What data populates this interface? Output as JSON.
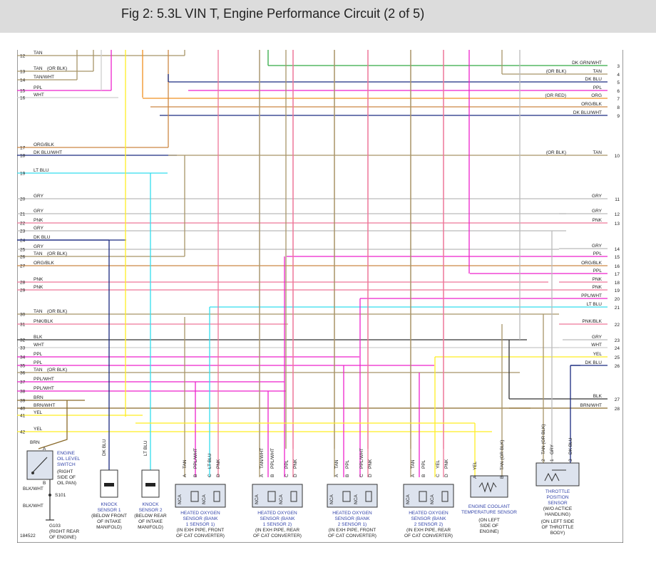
{
  "title": "Fig 2: 5.3L VIN T, Engine Performance Circuit (2 of 5)",
  "figure_id": "184522",
  "colors": {
    "TAN": "#a89468",
    "PPL": "#ee22cc",
    "WHT": "#cfcfcf",
    "DK BLU": "#1a2a80",
    "ORG": "#f09020",
    "DK GRN": "#33aa44",
    "ORG/BLK": "#cc8844",
    "LT BLU": "#33ddee",
    "GRY": "#bbbbbb",
    "PNK": "#ee7799",
    "YEL": "#ffee22",
    "BLK": "#333333",
    "BRN": "#8a6a2a"
  },
  "left_wires": [
    {
      "pin": "12",
      "label": "TAN",
      "note": ""
    },
    {
      "pin": "13",
      "label": "TAN",
      "note": "(OR BLK)"
    },
    {
      "pin": "14",
      "label": "TAN/WHT",
      "note": ""
    },
    {
      "pin": "15",
      "label": "PPL",
      "note": ""
    },
    {
      "pin": "16",
      "label": "WHT",
      "note": ""
    },
    {
      "pin": "17",
      "label": "ORG/BLK",
      "note": ""
    },
    {
      "pin": "18",
      "label": "DK BLU/WHT",
      "note": ""
    },
    {
      "pin": "19",
      "label": "LT BLU",
      "note": ""
    },
    {
      "pin": "20",
      "label": "GRY",
      "note": ""
    },
    {
      "pin": "21",
      "label": "GRY",
      "note": ""
    },
    {
      "pin": "22",
      "label": "PNK",
      "note": ""
    },
    {
      "pin": "23",
      "label": "GRY",
      "note": ""
    },
    {
      "pin": "24",
      "label": "DK BLU",
      "note": ""
    },
    {
      "pin": "25",
      "label": "GRY",
      "note": ""
    },
    {
      "pin": "26",
      "label": "TAN",
      "note": "(OR BLK)"
    },
    {
      "pin": "27",
      "label": "ORG/BLK",
      "note": ""
    },
    {
      "pin": "28",
      "label": "PNK",
      "note": ""
    },
    {
      "pin": "29",
      "label": "PNK",
      "note": ""
    },
    {
      "pin": "30",
      "label": "TAN",
      "note": "(OR BLK)"
    },
    {
      "pin": "31",
      "label": "PNK/BLK",
      "note": ""
    },
    {
      "pin": "32",
      "label": "BLK",
      "note": ""
    },
    {
      "pin": "33",
      "label": "WHT",
      "note": ""
    },
    {
      "pin": "34",
      "label": "PPL",
      "note": ""
    },
    {
      "pin": "35",
      "label": "PPL",
      "note": ""
    },
    {
      "pin": "36",
      "label": "TAN",
      "note": "(OR BLK)"
    },
    {
      "pin": "37",
      "label": "PPL/WHT",
      "note": ""
    },
    {
      "pin": "38",
      "label": "PPL/WHT",
      "note": ""
    },
    {
      "pin": "39",
      "label": "BRN",
      "note": ""
    },
    {
      "pin": "40",
      "label": "BRN/WHT",
      "note": ""
    },
    {
      "pin": "41",
      "label": "YEL",
      "note": ""
    },
    {
      "pin": "42",
      "label": "YEL",
      "note": ""
    }
  ],
  "right_wires": [
    {
      "pin": "3",
      "label": "DK GRN/WHT",
      "note": ""
    },
    {
      "pin": "4",
      "label": "TAN",
      "note": "(OR BLK)"
    },
    {
      "pin": "5",
      "label": "DK BLU",
      "note": ""
    },
    {
      "pin": "6",
      "label": "PPL",
      "note": ""
    },
    {
      "pin": "7",
      "label": "ORG",
      "note": "(OR RED)"
    },
    {
      "pin": "8",
      "label": "ORG/BLK",
      "note": ""
    },
    {
      "pin": "9",
      "label": "DK BLU/WHT",
      "note": ""
    },
    {
      "pin": "10",
      "label": "TAN",
      "note": "(OR BLK)"
    },
    {
      "pin": "11",
      "label": "GRY",
      "note": ""
    },
    {
      "pin": "12",
      "label": "GRY",
      "note": ""
    },
    {
      "pin": "13",
      "label": "PNK",
      "note": ""
    },
    {
      "pin": "14",
      "label": "GRY",
      "note": ""
    },
    {
      "pin": "15",
      "label": "PPL",
      "note": ""
    },
    {
      "pin": "16",
      "label": "ORG/BLK",
      "note": ""
    },
    {
      "pin": "17",
      "label": "PPL",
      "note": ""
    },
    {
      "pin": "18",
      "label": "PNK",
      "note": ""
    },
    {
      "pin": "19",
      "label": "PNK",
      "note": ""
    },
    {
      "pin": "20",
      "label": "PPL/WHT",
      "note": ""
    },
    {
      "pin": "21",
      "label": "LT BLU",
      "note": ""
    },
    {
      "pin": "22",
      "label": "PNK/BLK",
      "note": ""
    },
    {
      "pin": "23",
      "label": "GRY",
      "note": ""
    },
    {
      "pin": "24",
      "label": "WHT",
      "note": ""
    },
    {
      "pin": "25",
      "label": "YEL",
      "note": ""
    },
    {
      "pin": "26",
      "label": "DK BLU",
      "note": ""
    },
    {
      "pin": "27",
      "label": "BLK",
      "note": ""
    },
    {
      "pin": "28",
      "label": "BRN/WHT",
      "note": ""
    }
  ],
  "components": {
    "oil_switch": {
      "name": [
        "ENGINE",
        "OIL LEVEL",
        "SWITCH"
      ],
      "loc": [
        "(RIGHT",
        "SIDE OF",
        "OIL PAN)"
      ],
      "wire_top": "BRN",
      "wire_bottom": "BLK/WHT",
      "pin_a": "A",
      "pin_b": "B",
      "splice": "S101",
      "ground_wire": "BLK/WHT",
      "ground": "G103",
      "ground_loc": [
        "(RIGHT REAR",
        "OF ENGINE)"
      ]
    },
    "knock1": {
      "wire": "DK BLU",
      "name": [
        "KNOCK",
        "SENSOR 1"
      ],
      "loc": [
        "(BELOW FRONT",
        "OF INTAKE",
        "MANIFOLD)"
      ]
    },
    "knock2": {
      "wire": "LT BLU",
      "name": [
        "KNOCK",
        "SENSOR 2"
      ],
      "loc": [
        "(BELOW REAR",
        "OF INTAKE",
        "MANIFOLD)"
      ]
    },
    "ho2s": [
      {
        "wires": [
          "TAN",
          "PPL/WHT",
          "LT BLU",
          "PNK"
        ],
        "name": [
          "HEATED OXYGEN",
          "SENSOR (BANK",
          "1 SENSOR 1)"
        ],
        "loc": [
          "(IN EXH PIPE, FRONT",
          "OF CAT CONVERTER)"
        ]
      },
      {
        "wires": [
          "TAN/WHT",
          "PPL/WHT",
          "PPL",
          "PNK"
        ],
        "name": [
          "HEATED OXYGEN",
          "SENSOR (BANK",
          "1 SENSOR 2)"
        ],
        "loc": [
          "(IN EXH PIPE, REAR",
          "OF CAT CONVERTER)"
        ]
      },
      {
        "wires": [
          "TAN",
          "PPL",
          "PPL/WHT",
          "PNK"
        ],
        "name": [
          "HEATED OXYGEN",
          "SENSOR (BANK",
          "2 SENSOR 1)"
        ],
        "loc": [
          "(IN EXH PIPE, FRONT",
          "OF CAT CONVERTER)"
        ]
      },
      {
        "wires": [
          "TAN",
          "PPL",
          "YEL",
          "PNK"
        ],
        "name": [
          "HEATED OXYGEN",
          "SENSOR (BANK",
          "2 SENSOR 2)"
        ],
        "loc": [
          "(IN EXH PIPE, REAR",
          "OF CAT CONVERTER)"
        ]
      }
    ],
    "ho2s_pins": [
      "A",
      "B",
      "C",
      "D"
    ],
    "nca": "NCA",
    "ect": {
      "wires": [
        "YEL",
        "TAN (OR BLK)"
      ],
      "pins": [
        "A",
        "B"
      ],
      "name": [
        "ENGINE COOLANT",
        "TEMPERATURE SENSOR"
      ],
      "loc": [
        "(ON LEFT",
        "SIDE OF",
        "ENGINE)"
      ]
    },
    "tps": {
      "wires": [
        "TAN (OR BLK)",
        "GRY",
        "DK BLU"
      ],
      "pins": [
        "2",
        "1",
        "3"
      ],
      "name": [
        "THROTTLE",
        "POSITION",
        "SENSOR"
      ],
      "note": [
        "(W/O ACTICE",
        "HANDLING)"
      ],
      "loc": [
        "(ON LEFT SIDE",
        "OF THROTTLE",
        "BODY)"
      ]
    }
  }
}
